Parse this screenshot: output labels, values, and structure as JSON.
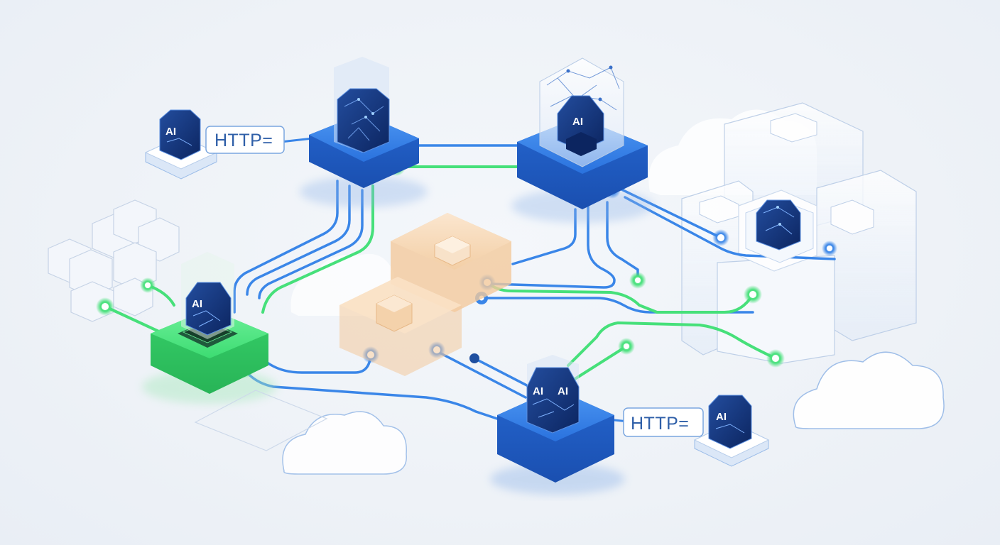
{
  "labels": {
    "http_top_left": "HTTP=",
    "http_bottom_right": "HTTP="
  },
  "chip_labels": {
    "chip_top_left": "AI",
    "chip_green_hub": "AI",
    "chip_bottom_left_glyph": "AI",
    "chip_bottom_right_glyph": "AI",
    "chip_http_right": "AI",
    "chip_top_right": "AI"
  },
  "colors": {
    "blue_node": "#2f7be6",
    "green_node": "#3fe07a",
    "peach_node": "#f7d9b8",
    "chip_dark": "#0f2b6b",
    "link_blue": "#3a86e8",
    "link_green": "#46e07a",
    "cloud_stroke": "#9bbce8"
  }
}
